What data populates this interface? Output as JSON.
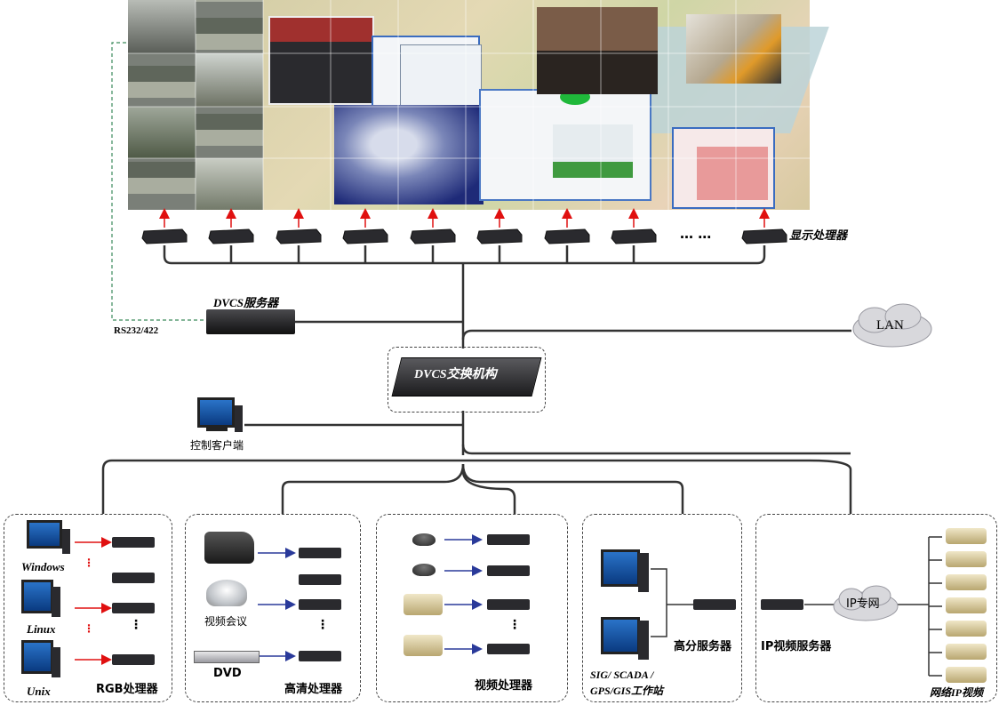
{
  "labels": {
    "display_processor": "显示处理器",
    "dvcs_server": "DVCS服务器",
    "rs232": "RS232/422",
    "lan": "LAN",
    "dvcs_switch": "DVCS交换机构",
    "control_client": "控制客户端",
    "windows": "Windows",
    "linux": "Linux",
    "unix": "Unix",
    "rgb_processor": "RGB处理器",
    "video_conference": "视频会议",
    "dvd": "DVD",
    "hd_processor": "高清处理器",
    "video_processor": "视频处理器",
    "workstation_line1": "SIG/ SCADA /",
    "workstation_line2": "GPS/GIS工作站",
    "hires_server": "高分服务器",
    "ip_video_server": "IP视频服务器",
    "ip_private_net": "IP专网",
    "network_ip_video": "网络IP视频",
    "ellipsis": "… …"
  },
  "colors": {
    "arrow_red": "#e01010",
    "arrow_blue": "#2a3a9a",
    "line": "#333333",
    "dash_green": "#3a8a5a"
  }
}
